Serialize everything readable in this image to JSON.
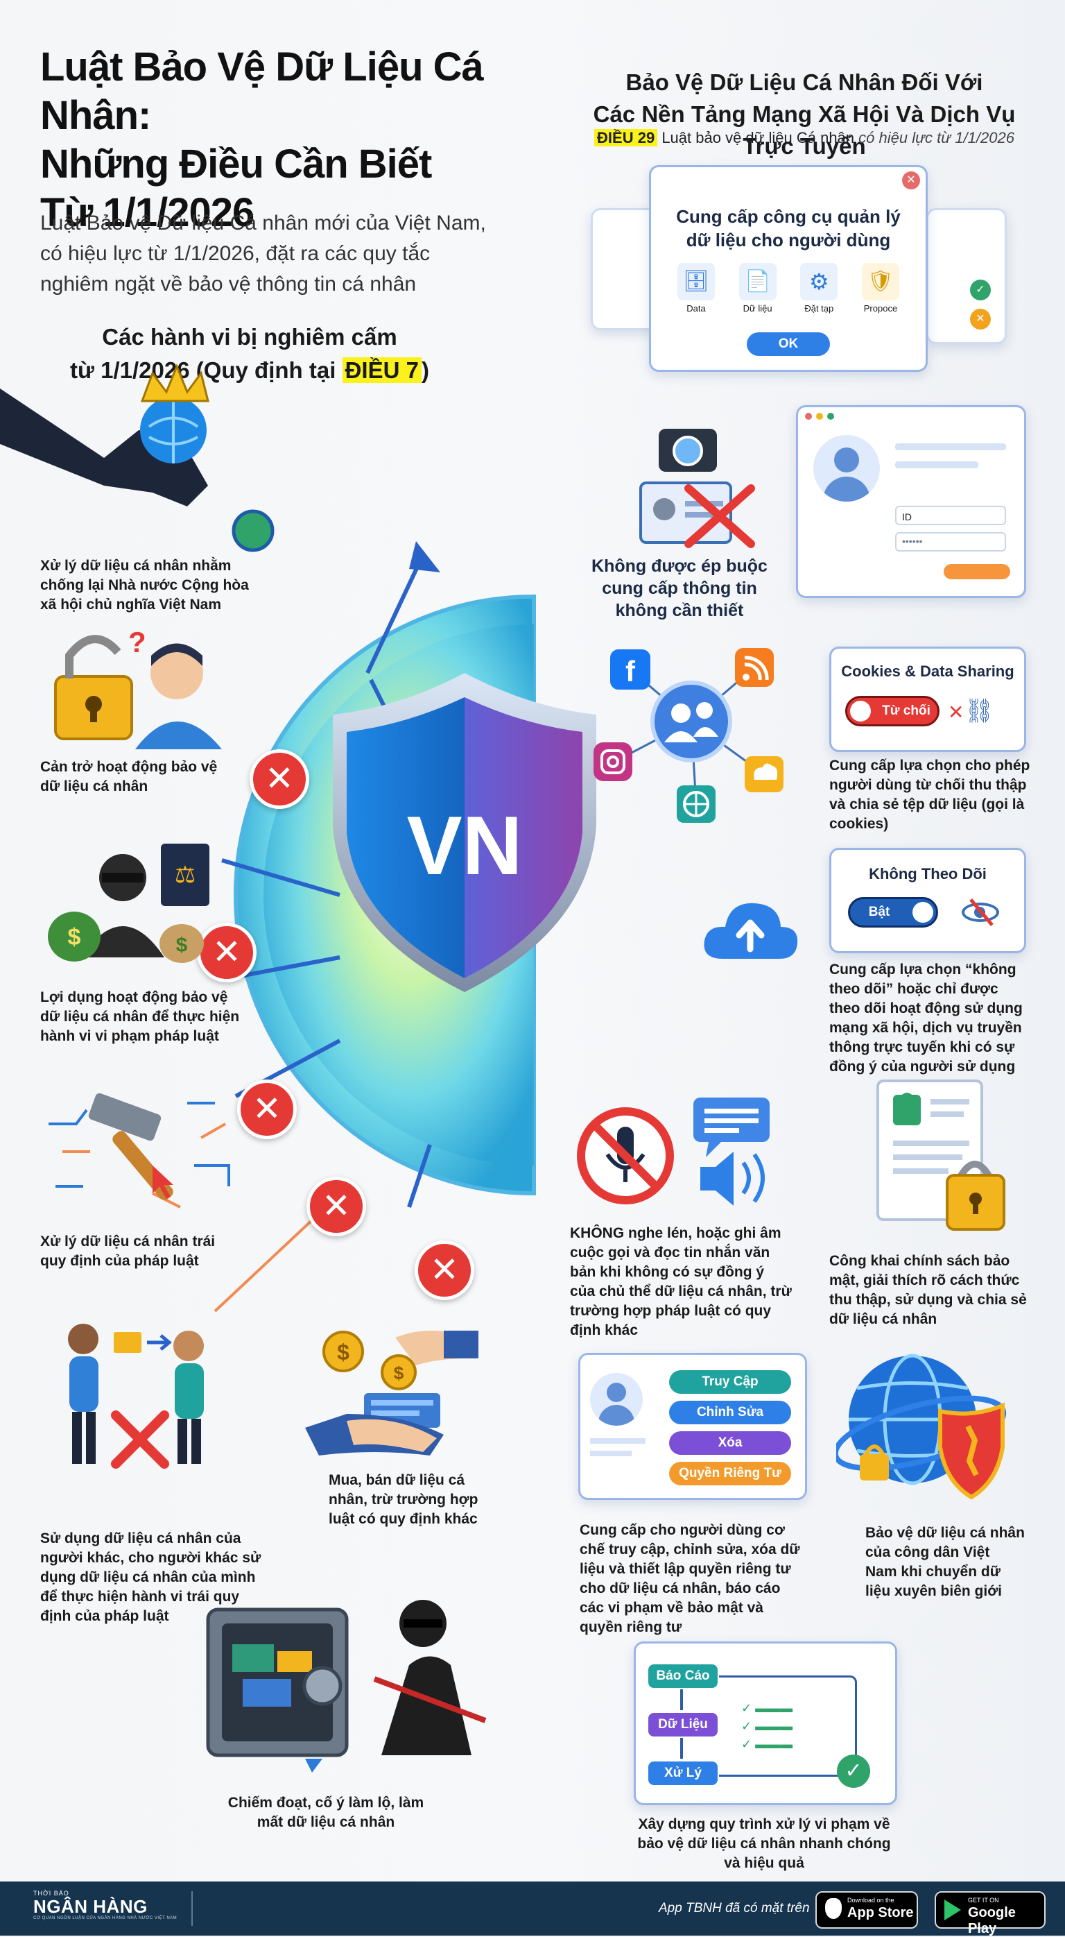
{
  "title_lines": [
    "Luật Bảo Vệ Dữ Liệu Cá Nhân:",
    "Những Điều Cần Biết",
    "Từ 1/1/2026"
  ],
  "intro": "Luật Bảo vệ Dữ liệu Cá nhân mới của Việt Nam, có hiệu lực từ 1/1/2026, đặt ra các quy tắc nghiêm ngặt về bảo vệ thông tin cá nhân",
  "banned": {
    "line1": "Các hành vi bị nghiêm cấm",
    "line2_prefix": "từ 1/1/2026 (Quy định tại ",
    "line2_highlight": "ĐIỀU 7",
    "line2_suffix": ")",
    "items": [
      "Xử lý dữ liệu cá nhân nhằm chống lại Nhà nước Cộng hòa xã hội chủ nghĩa Việt Nam",
      "Cản trở hoạt động bảo vệ dữ liệu cá nhân",
      "Lợi dụng hoạt động bảo vệ dữ liệu cá nhân để thực hiện hành vi vi phạm pháp luật",
      "Xử lý dữ liệu cá nhân trái quy định của pháp luật",
      "Sử dụng dữ liệu cá nhân của người khác, cho người khác sử dụng dữ liệu cá nhân của mình để thực hiện hành vi trái quy định của pháp luật",
      "Mua, bán dữ liệu cá nhân, trừ trường hợp luật có quy định khác",
      "Chiếm đoạt, cố ý làm lộ, làm mất dữ liệu cá nhân"
    ]
  },
  "shield_text": "VN",
  "right": {
    "head_lines": [
      "Bảo Vệ Dữ Liệu Cá Nhân Đối Với",
      "Các Nền Tảng Mạng Xã Hội Và Dịch Vụ Trực Tuyến"
    ],
    "sub_highlight": "ĐIỀU 29",
    "sub_text": " Luật bảo vệ dữ liệu Cá nhân ",
    "sub_italic": "có hiệu lực từ 1/1/2026",
    "dialog": {
      "title": "Cung cấp công cụ quản lý dữ liệu cho người dùng",
      "icons": [
        "Data",
        "Dữ liệu",
        "Đặt tạp",
        "Propoce"
      ],
      "ok": "OK"
    },
    "form": {
      "field_label": "ID"
    },
    "no_force": "Không được ép buộc cung cấp thông tin không cần thiết",
    "cookies": {
      "title": "Cookies & Data Sharing",
      "toggle": "Từ chối",
      "caption": "Cung cấp lựa chọn cho phép người dùng từ chối thu thập và chia sẻ tệp dữ liệu (gọi là cookies)"
    },
    "notrack": {
      "title": "Không Theo Dõi",
      "toggle": "Bật",
      "caption": "Cung cấp lựa chọn “không theo dõi” hoặc chỉ được theo dõi hoạt động sử dụng mạng xã hội, dịch vụ truyền thông trực tuyến khi có sự đồng ý của người sử dụng"
    },
    "nolisten": "KHÔNG nghe lén, hoặc ghi âm cuộc gọi và đọc tin nhắn văn bản khi không có sự đồng ý của chủ thể dữ liệu cá nhân, trừ trường hợp pháp luật có quy định khác",
    "policy": "Công khai chính sách bảo mật, giải thích rõ cách thức thu thập, sử dụng và chia sẻ dữ liệu cá nhân",
    "rights": {
      "buttons": [
        "Truy Cập",
        "Chỉnh Sửa",
        "Xóa",
        "Quyền Riêng Tư"
      ],
      "caption": "Cung cấp cho người dùng cơ chế truy cập, chỉnh sửa, xóa dữ liệu và thiết lập quyền riêng tư cho dữ liệu cá nhân, báo cáo các vi phạm về bảo mật và quyền riêng tư"
    },
    "crossborder": "Bảo vệ dữ liệu cá nhân của công dân Việt Nam khi chuyển dữ liệu xuyên biên giới",
    "process": {
      "steps": [
        "Báo Cáo",
        "Dữ Liệu",
        "Xử Lý"
      ],
      "caption": "Xây dựng quy trình xử lý vi phạm về bảo vệ dữ liệu cá nhân nhanh chóng và hiệu quả"
    }
  },
  "footer": {
    "brand_small": "THỜI BÁO",
    "brand": "NGÂN HÀNG",
    "brand_tag": "CƠ QUAN NGÔN LUẬN CỦA NGÂN HÀNG NHÀ NƯỚC VIỆT NAM",
    "app_text": "App TBNH đã có mặt trên",
    "appstore_small": "Download on the",
    "appstore": "App Store",
    "gplay_small": "GET IT ON",
    "gplay": "Google Play"
  },
  "colors": {
    "accent_blue": "#1f6fd1",
    "danger": "#e53935",
    "highlight": "#fbf11d",
    "footer": "#16344e"
  }
}
